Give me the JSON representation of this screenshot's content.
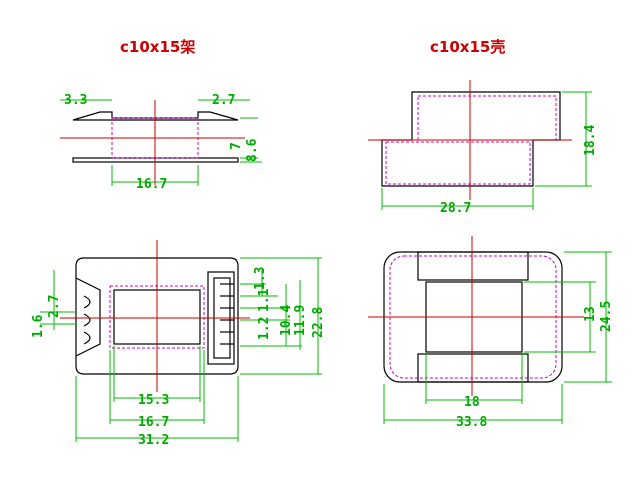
{
  "titles": {
    "frame": "c10x15架",
    "shell": "c10x15壳"
  },
  "dims": {
    "d33a": "3.3",
    "d27a": "2.7",
    "d7": "7",
    "d86": "8.6",
    "d167a": "16.7",
    "d184": "18.4",
    "d287": "28.7",
    "d27b": "2.7",
    "d16": "1.6",
    "d13a": "1.3",
    "d11": "1.1",
    "d12": "1.2",
    "d104": "10.4",
    "d119": "11.9",
    "d228": "22.8",
    "d153": "15.3",
    "d167b": "16.7",
    "d312": "31.2",
    "d13b": "13",
    "d245": "24.5",
    "d18": "18",
    "d338": "33.8"
  },
  "colors": {
    "title": "#cc0000",
    "outline": "#000000",
    "dimension": "#00aa00",
    "centerline": "#cc0000",
    "hidden": "#cc00cc"
  }
}
